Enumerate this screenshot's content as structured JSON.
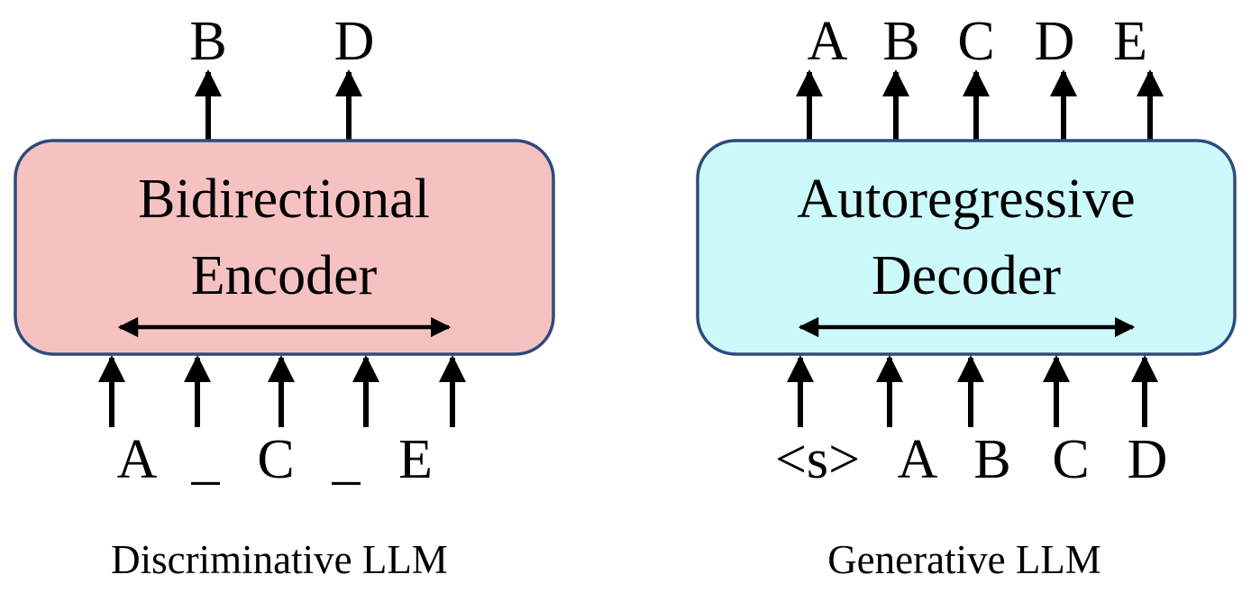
{
  "colors": {
    "encoder_fill": "#F5C2C1",
    "decoder_fill": "#CCF9FA",
    "box_border": "#2E4A7D",
    "arrow": "#000000"
  },
  "discriminative": {
    "box_line1": "Bidirectional",
    "box_line2": "Encoder",
    "outputs": [
      "B",
      "D"
    ],
    "inputs": [
      "A",
      "_",
      "C",
      "_",
      "E"
    ],
    "caption": "Discriminative LLM"
  },
  "generative": {
    "box_line1": "Autoregressive",
    "box_line2": "Decoder",
    "outputs": [
      "A",
      "B",
      "C",
      "D",
      "E"
    ],
    "inputs": [
      "<s>",
      "A",
      "B",
      "C",
      "D"
    ],
    "caption": "Generative LLM"
  }
}
